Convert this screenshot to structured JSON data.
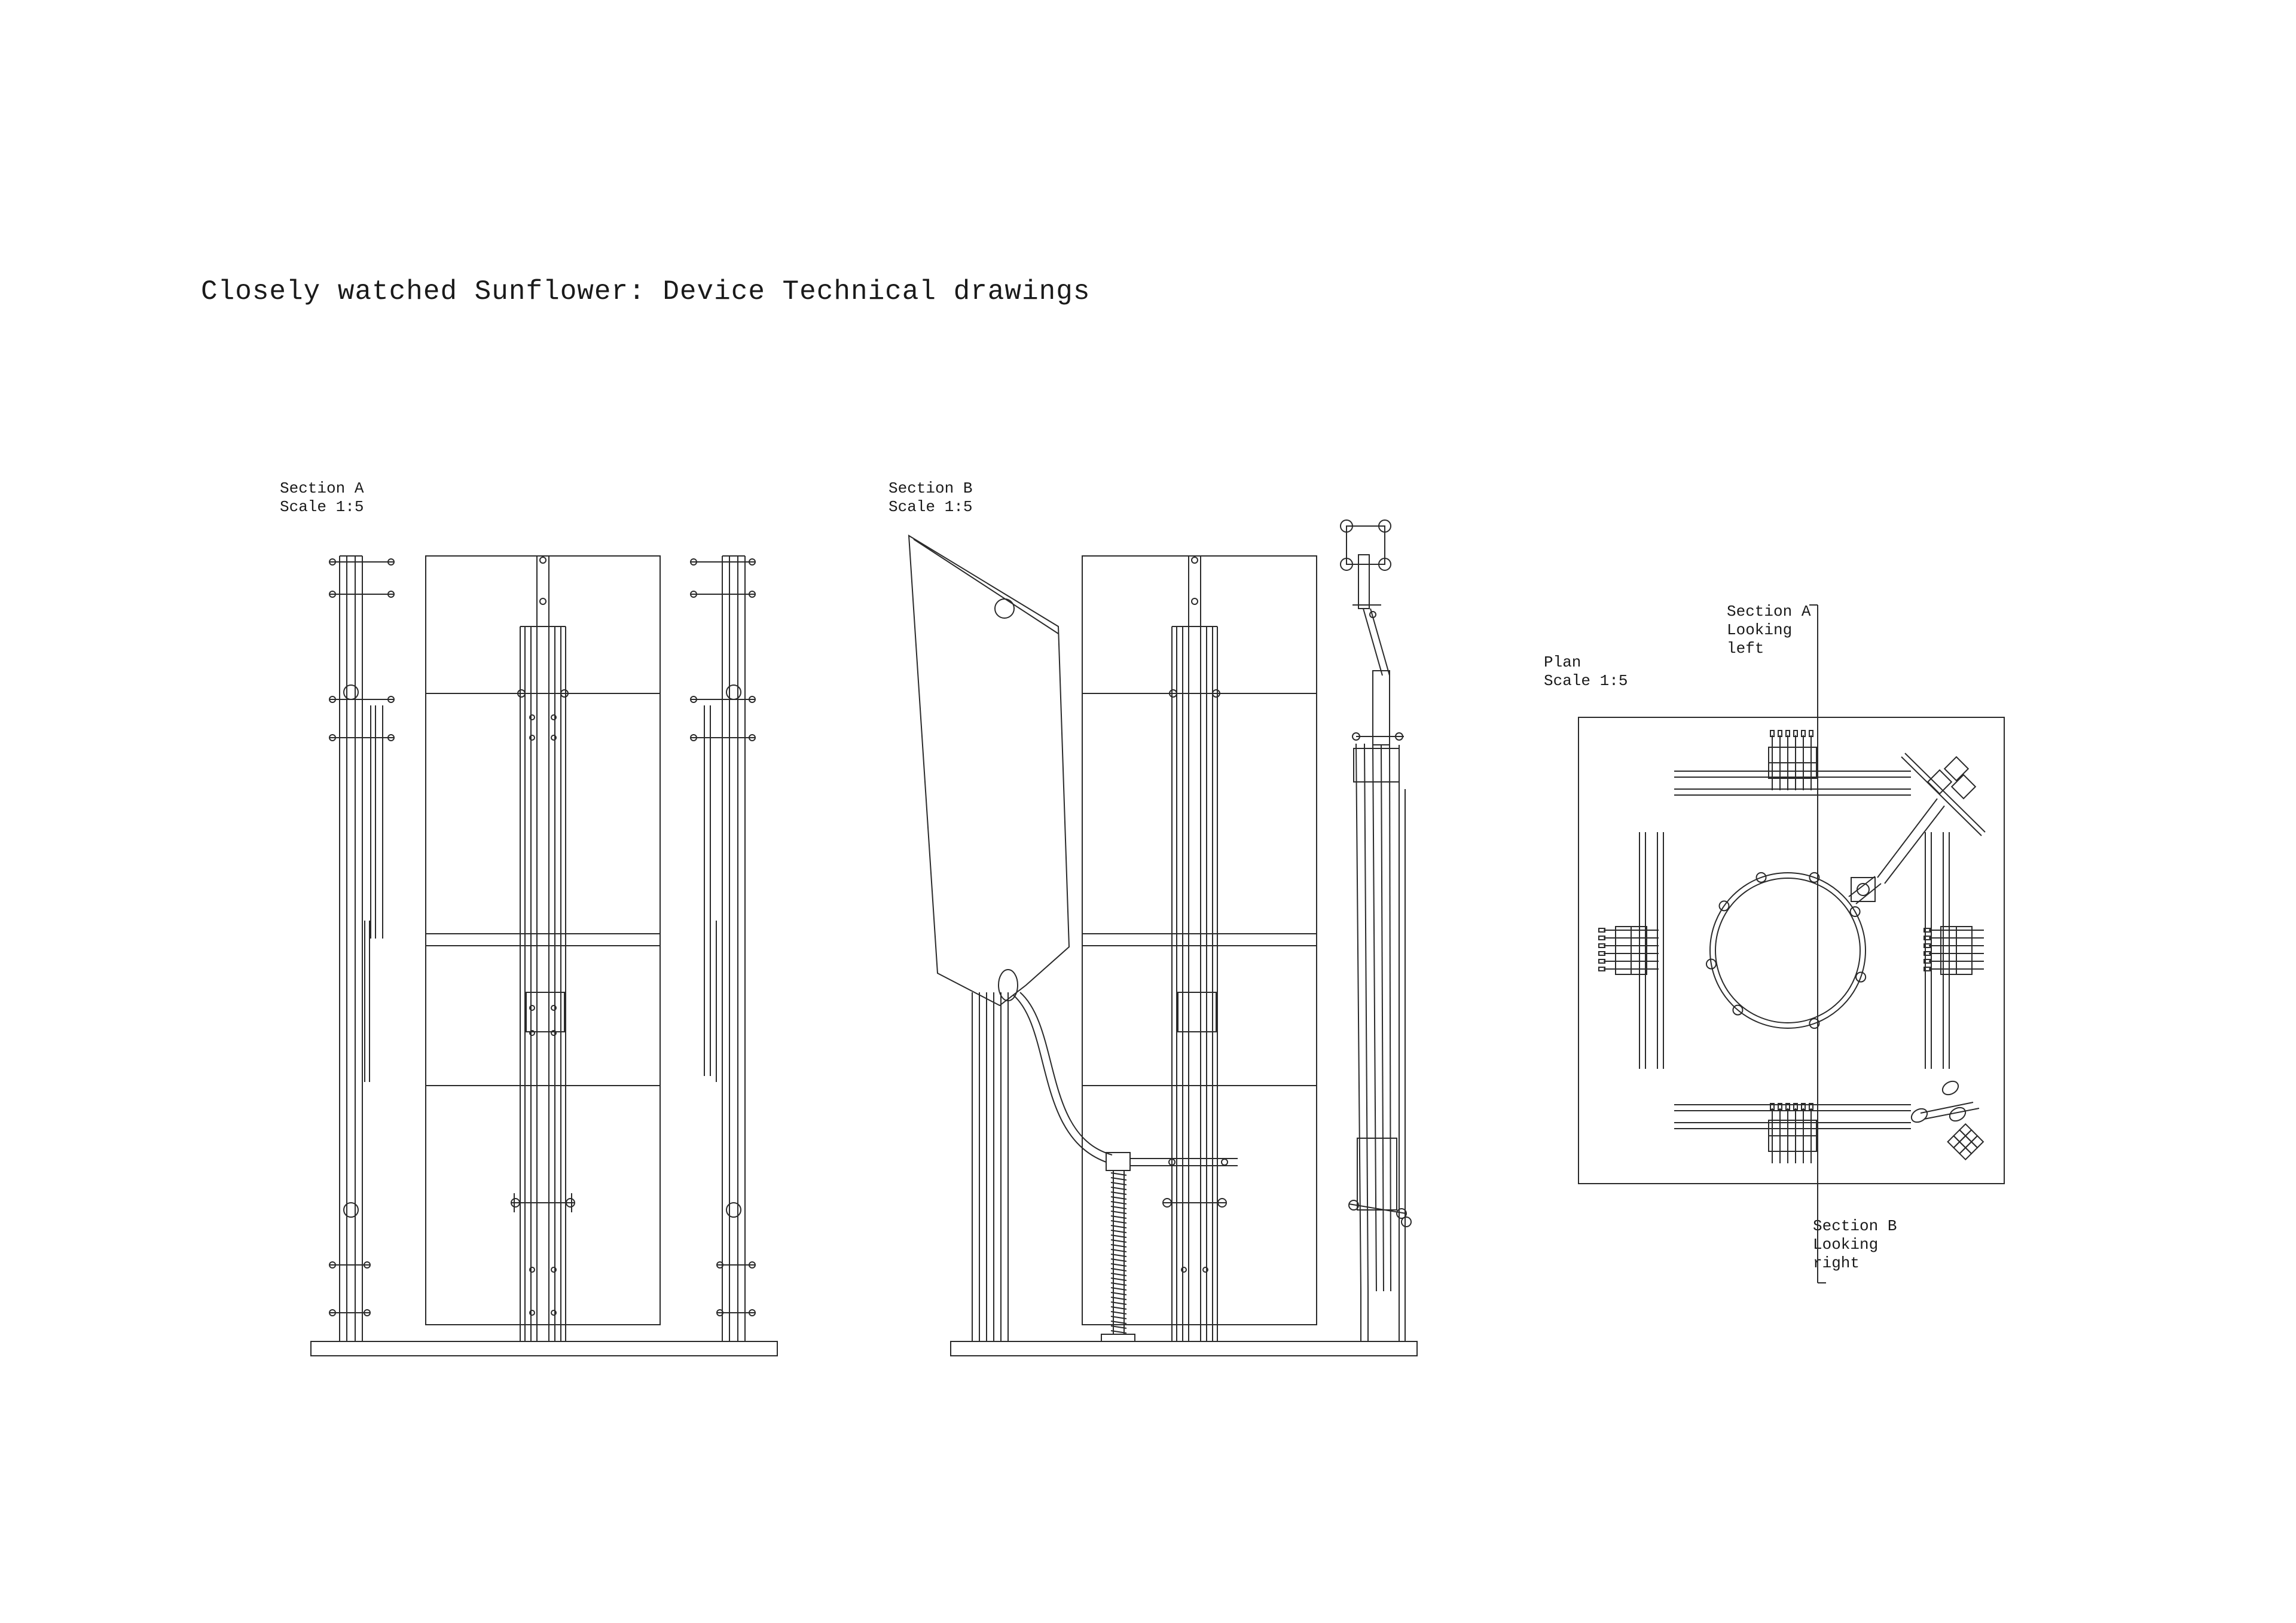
{
  "title": "Closely watched Sunflower: Device Technical drawings",
  "labels": {
    "section_a": "Section A",
    "section_a_scale": "Scale 1:5",
    "section_b": "Section B",
    "section_b_scale": "Scale 1:5",
    "plan": "Plan",
    "plan_scale": "Scale 1:5",
    "plan_marker_a": "Section A",
    "plan_marker_a_line1": "Looking",
    "plan_marker_a_line2": "left",
    "plan_marker_b": "Section B",
    "plan_marker_b_line1": "Looking",
    "plan_marker_b_line2": "right"
  },
  "colors": {
    "line": "#2a2a2a",
    "paper": "#ffffff"
  }
}
